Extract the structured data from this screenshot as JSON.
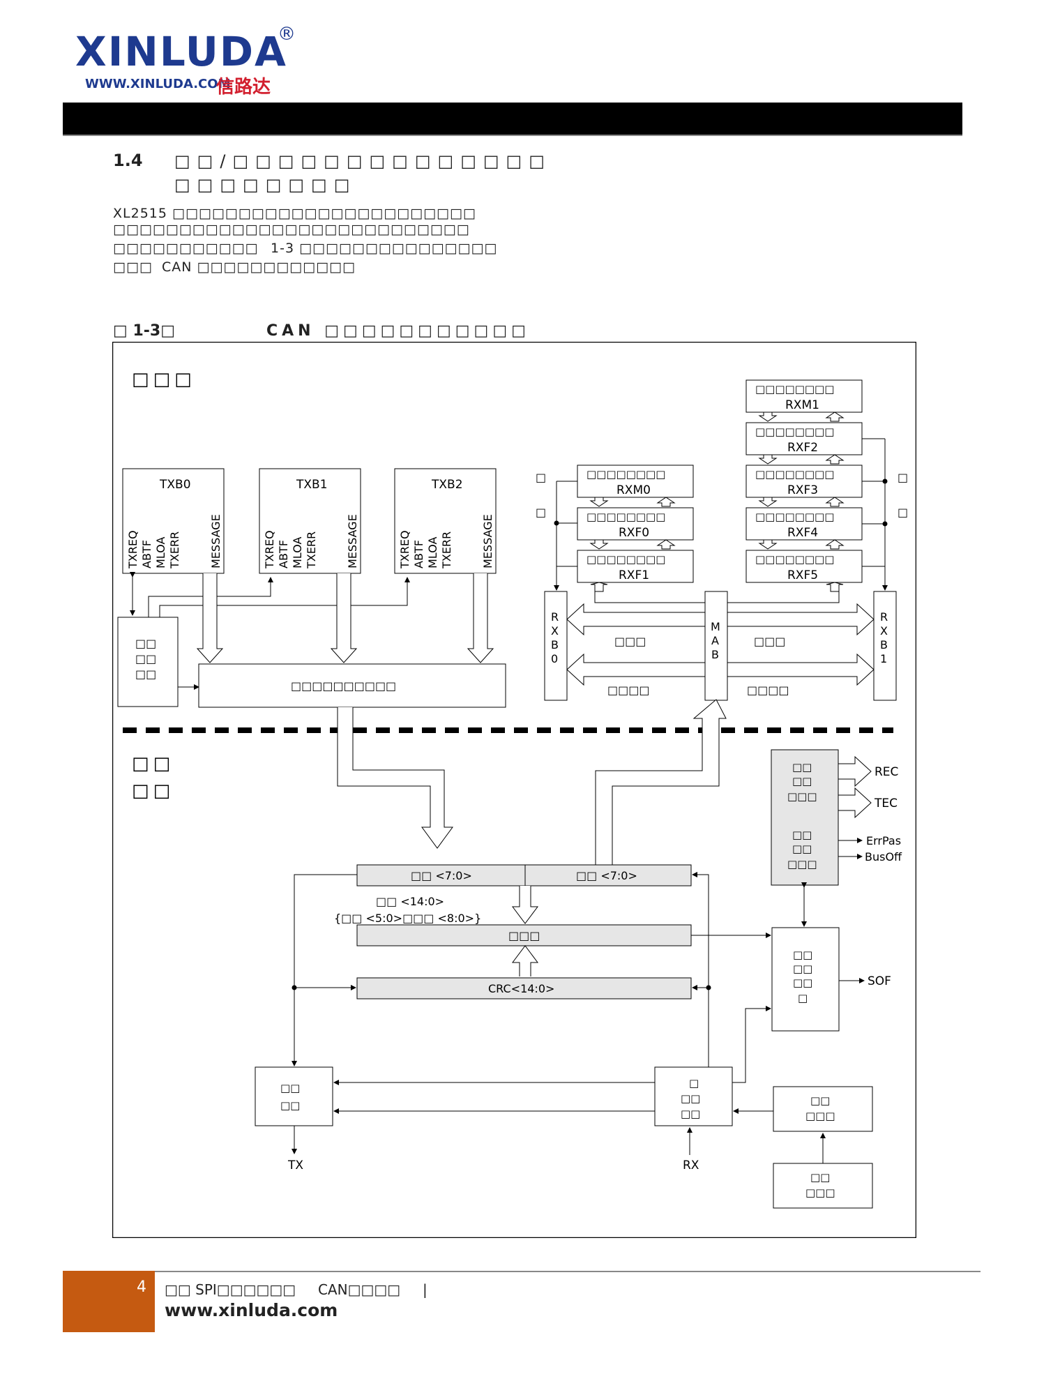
{
  "header": {
    "logo_brand": "XINLUDA",
    "logo_reg": "®",
    "logo_url": "WWW.XINLUDA.COM",
    "logo_cn": "信路达"
  },
  "section": {
    "number": "1.4",
    "title_line1": "□□/□□□□□□□□□□□□□□",
    "title_line2": "□□□□□□□□"
  },
  "body": {
    "line1": "XL2515 □□□□□□□□□□□□□□□□□□□□□□□",
    "line2": "□□□□□□□□□□□□□□□□□□□□□□□□□□□",
    "line3a": "□□□□□□□□□□□",
    "line3b": "1-3 □□□□□□□□□□□□□□□",
    "line4a": "□□□",
    "line4b": "CAN □□□□□□□□□□□□"
  },
  "figure": {
    "caption_prefix": "□ 1-3□",
    "caption_title": "CAN □□□□□□□□□□□",
    "zone_top_label": "□□□",
    "zone_bottom_label_1": "□□",
    "zone_bottom_label_2": "□□",
    "tx_buffers": [
      {
        "name": "TXB0",
        "regs": [
          "TXREQ",
          "ABTF",
          "MLOA",
          "TXERR"
        ],
        "message": "MESSAGE"
      },
      {
        "name": "TXB1",
        "regs": [
          "TXREQ",
          "ABTF",
          "MLOA",
          "TXERR"
        ],
        "message": "MESSAGE"
      },
      {
        "name": "TXB2",
        "regs": [
          "TXREQ",
          "ABTF",
          "MLOA",
          "TXERR"
        ],
        "message": "MESSAGE"
      }
    ],
    "priority_box": [
      "□□",
      "□□",
      "□□"
    ],
    "tx_queue_label": "□□□□□□□□□□",
    "masks_filters": [
      {
        "caption": "□□□□□□□□",
        "name": "RXM1"
      },
      {
        "caption": "□□□□□□□□",
        "name": "RXF2"
      },
      {
        "caption": "□□□□□□□□",
        "name": "RXF3"
      },
      {
        "caption": "□□□□□□□□",
        "name": "RXF4"
      },
      {
        "caption": "□□□□□□□□",
        "name": "RXF5"
      },
      {
        "caption": "□□□□□□□□",
        "name": "RXM0"
      },
      {
        "caption": "□□□□□□□□",
        "name": "RXF0"
      },
      {
        "caption": "□□□□□□□□",
        "name": "RXF1"
      }
    ],
    "accept_left": [
      "□",
      "□"
    ],
    "accept_right": [
      "□",
      "□"
    ],
    "rxb0": [
      "R",
      "X",
      "B",
      "0"
    ],
    "rxb1": [
      "R",
      "X",
      "B",
      "1"
    ],
    "mab": [
      "M",
      "A",
      "B"
    ],
    "bus_labels": [
      "□□□",
      "□□□□",
      "□□□",
      "□□□□"
    ],
    "error_counter_box": [
      "□□",
      "□□",
      "□□□",
      "□□",
      "□□",
      "□□□"
    ],
    "error_outputs": [
      "REC",
      "TEC",
      "ErrPas",
      "BusOff"
    ],
    "shift_left": "□□   <7:0>",
    "shift_right": "□□   <7:0>",
    "shift_note1": "□□   <14:0>",
    "shift_note2": "{□□   <5:0>□□□    <8:0>}",
    "comparator": "□□□",
    "crc": "CRC<14:0>",
    "protocol_fsm": [
      "□□",
      "□□",
      "□□",
      "□"
    ],
    "sof": "SOF",
    "tx_logic": [
      "□□",
      "□□"
    ],
    "bit_timing": [
      "□",
      "□□",
      "□□"
    ],
    "config_reg": [
      "□□",
      "□□□"
    ],
    "clock_gen": [
      "□□",
      "□□□"
    ],
    "tx_pin": "TX",
    "rx_pin": "RX"
  },
  "footer": {
    "page": "4",
    "text": "□□ SPI□□□□□□     CAN□□□□     |",
    "url": "www.xinluda.com"
  }
}
